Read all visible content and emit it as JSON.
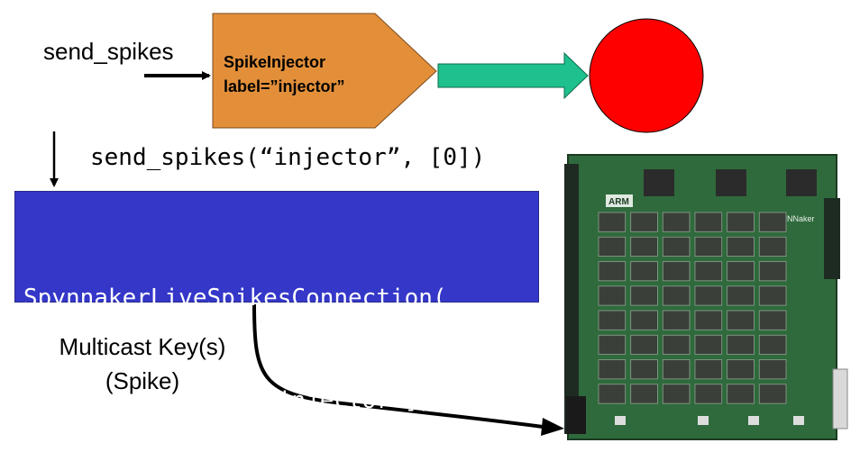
{
  "labels": {
    "send_spikes_top": "send_spikes",
    "injector_line1": "SpikeInjector",
    "injector_line2": "label=”injector”",
    "call": "send_spikes(“injector”, [0])",
    "connection_line1": "SpynnakerLiveSpikesConnection(",
    "connection_line2": "    send_labels=[“injector”])",
    "multicast_line1": "Multicast Key(s)",
    "multicast_line2": "(Spike)"
  },
  "board": {
    "brand_text": "SpiNNaker",
    "arm_text": "ARM",
    "chip_grid": {
      "rows": 8,
      "cols": 6
    }
  },
  "colors": {
    "injector_fill": "#e38f3a",
    "arrow_fill": "#1ec08d",
    "population_fill": "#ff0000",
    "connection_fill": "#3437c8",
    "board_green": "#2f6a3c"
  }
}
